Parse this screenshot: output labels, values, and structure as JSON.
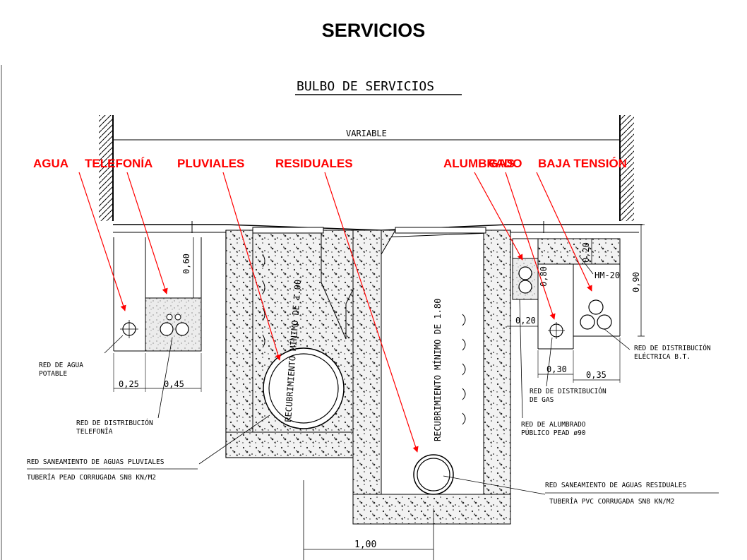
{
  "title": "SERVICIOS",
  "colors": {
    "accent": "#ff0000",
    "line": "#000000",
    "background": "#ffffff"
  },
  "drawing_title": "BULBO DE SERVICIOS",
  "dimensions": {
    "variable": "VARIABLE",
    "d060": "0,60",
    "d025": "0,25",
    "d045": "0,45",
    "d020_top": "0,20",
    "d080": "0,80",
    "d090": "0,90",
    "d020_bottom": "0,20",
    "d030": "0,30",
    "d035": "0,35",
    "d100": "1,00",
    "hm20": "HM-20"
  },
  "callouts": [
    {
      "name": "callout-agua",
      "label": "AGUA"
    },
    {
      "name": "callout-telefonia",
      "label": "TELEFONÍA"
    },
    {
      "name": "callout-pluviales",
      "label": "PLUVIALES"
    },
    {
      "name": "callout-residuales",
      "label": "RESIDUALES"
    },
    {
      "name": "callout-alumbrado",
      "label": "ALUMBRADO"
    },
    {
      "name": "callout-gas",
      "label": "GAS"
    },
    {
      "name": "callout-baja-tension",
      "label": "BAJA TENSIÓN"
    }
  ],
  "notes": {
    "agua_1": "RED DE AGUA",
    "agua_2": "POTABLE",
    "tel_1": "RED DE DISTRIBUCIÓN",
    "tel_2": "TELEFONÍA",
    "pluv_1": "RED SANEAMIENTO DE AGUAS PLUVIALES",
    "pluv_2": "TUBERÍA PEAD CORRUGADA SN8 KN/M2",
    "res_1": "RED SANEAMIENTO DE AGUAS RESIDUALES",
    "res_2": "TUBERÍA PVC CORRUGADA SN8 KN/M2",
    "gas_1": "RED DE DISTRIBUCIÓN",
    "gas_2": "DE GAS",
    "alum_1": "RED DE ALUMBRADO",
    "alum_2": "PÚBLICO PEAD ø90",
    "elec_1": "RED DE DISTRIBUCIÓN",
    "elec_2": "ELÉCTRICA B.T."
  },
  "cover": {
    "left": "RECUBRIMIENTO MÍNIMO DE 1.00",
    "right": "RECUBRIMIENTO MÍNIMO DE 1.80"
  }
}
